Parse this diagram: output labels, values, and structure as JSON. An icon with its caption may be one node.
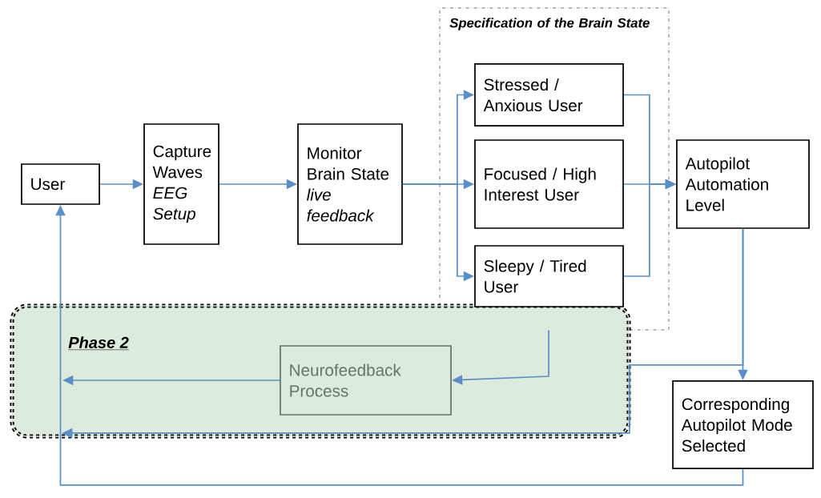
{
  "diagram": {
    "nodes": [
      {
        "text": [
          "User"
        ]
      },
      {
        "text": [
          "Capture Waves",
          "EEG Setup"
        ]
      },
      {
        "text": [
          "Monitor Brain State",
          "live feedback"
        ]
      },
      {
        "text": [
          "Specification of the Brain State"
        ]
      },
      {
        "text": [
          "Stressed / Anxious User"
        ],
        "in": 3
      },
      {
        "text": [
          "Focused / High Interest User"
        ],
        "in": 3
      },
      {
        "text": [
          "Sleepy / Tired User"
        ],
        "in": 3
      },
      {
        "text": [
          "Autopilot Automation Level"
        ]
      },
      {
        "text": [
          "Phase 2"
        ]
      },
      {
        "text": [
          "Neurofeedback Process"
        ],
        "in": 8
      },
      {
        "text": [
          "Corresponding Autopilot Mode Selected"
        ]
      }
    ],
    "edges": [
      {
        "from": 0,
        "to": 1,
        "arrow": "to"
      },
      {
        "from": 1,
        "to": 2,
        "arrow": "to"
      },
      {
        "from": 2,
        "to": 4,
        "arrow": "to"
      },
      {
        "from": 2,
        "to": 5,
        "arrow": "to"
      },
      {
        "from": 2,
        "to": 6,
        "arrow": "to"
      },
      {
        "from": 4,
        "to": 7,
        "arrow": "to"
      },
      {
        "from": 5,
        "to": 7,
        "arrow": "to"
      },
      {
        "from": 6,
        "to": 7,
        "arrow": "to"
      },
      {
        "from": 7,
        "to": 10,
        "arrow": "to"
      },
      {
        "from": 10,
        "to": 0,
        "arrow": "to"
      },
      {
        "from": 7,
        "to": 8,
        "arrow": "to"
      },
      {
        "from": 3,
        "to": 9,
        "arrow": "to"
      },
      {
        "from": 9,
        "to": null,
        "arrow": "to"
      }
    ]
  }
}
